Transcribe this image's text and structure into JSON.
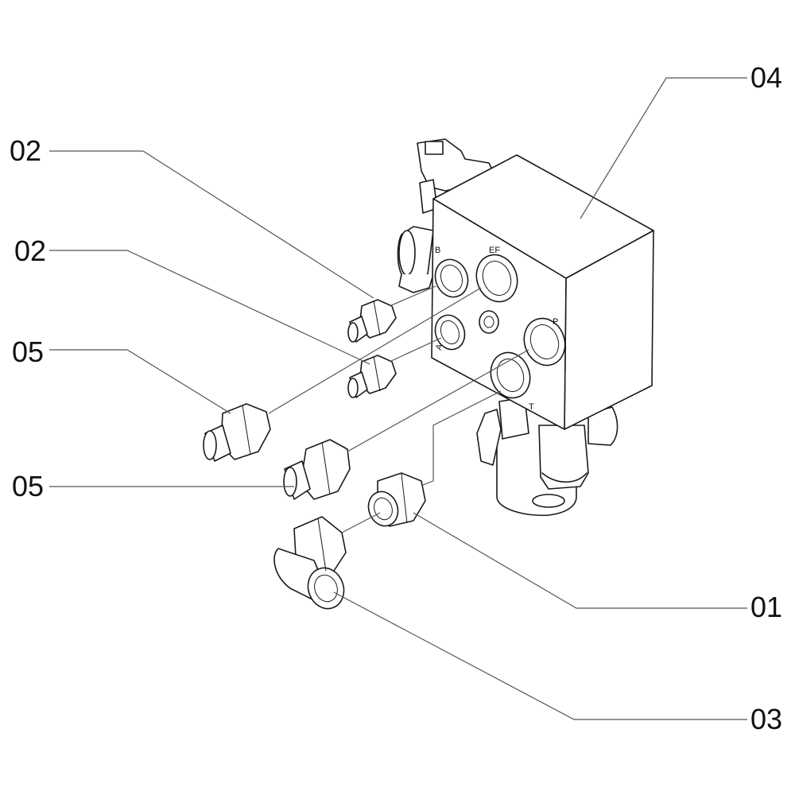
{
  "callouts": [
    {
      "id": "c1",
      "label": "02"
    },
    {
      "id": "c2",
      "label": "02"
    },
    {
      "id": "c3",
      "label": "05"
    },
    {
      "id": "c4",
      "label": "05"
    },
    {
      "id": "c5",
      "label": "04"
    },
    {
      "id": "c6",
      "label": "01"
    },
    {
      "id": "c7",
      "label": "03"
    }
  ],
  "ports": {
    "b": "B",
    "ef": "EF",
    "a": "A",
    "p": "P",
    "t": "T"
  },
  "colors": {
    "line": "#1a1a1a",
    "leader": "#555555",
    "background": "#ffffff"
  }
}
